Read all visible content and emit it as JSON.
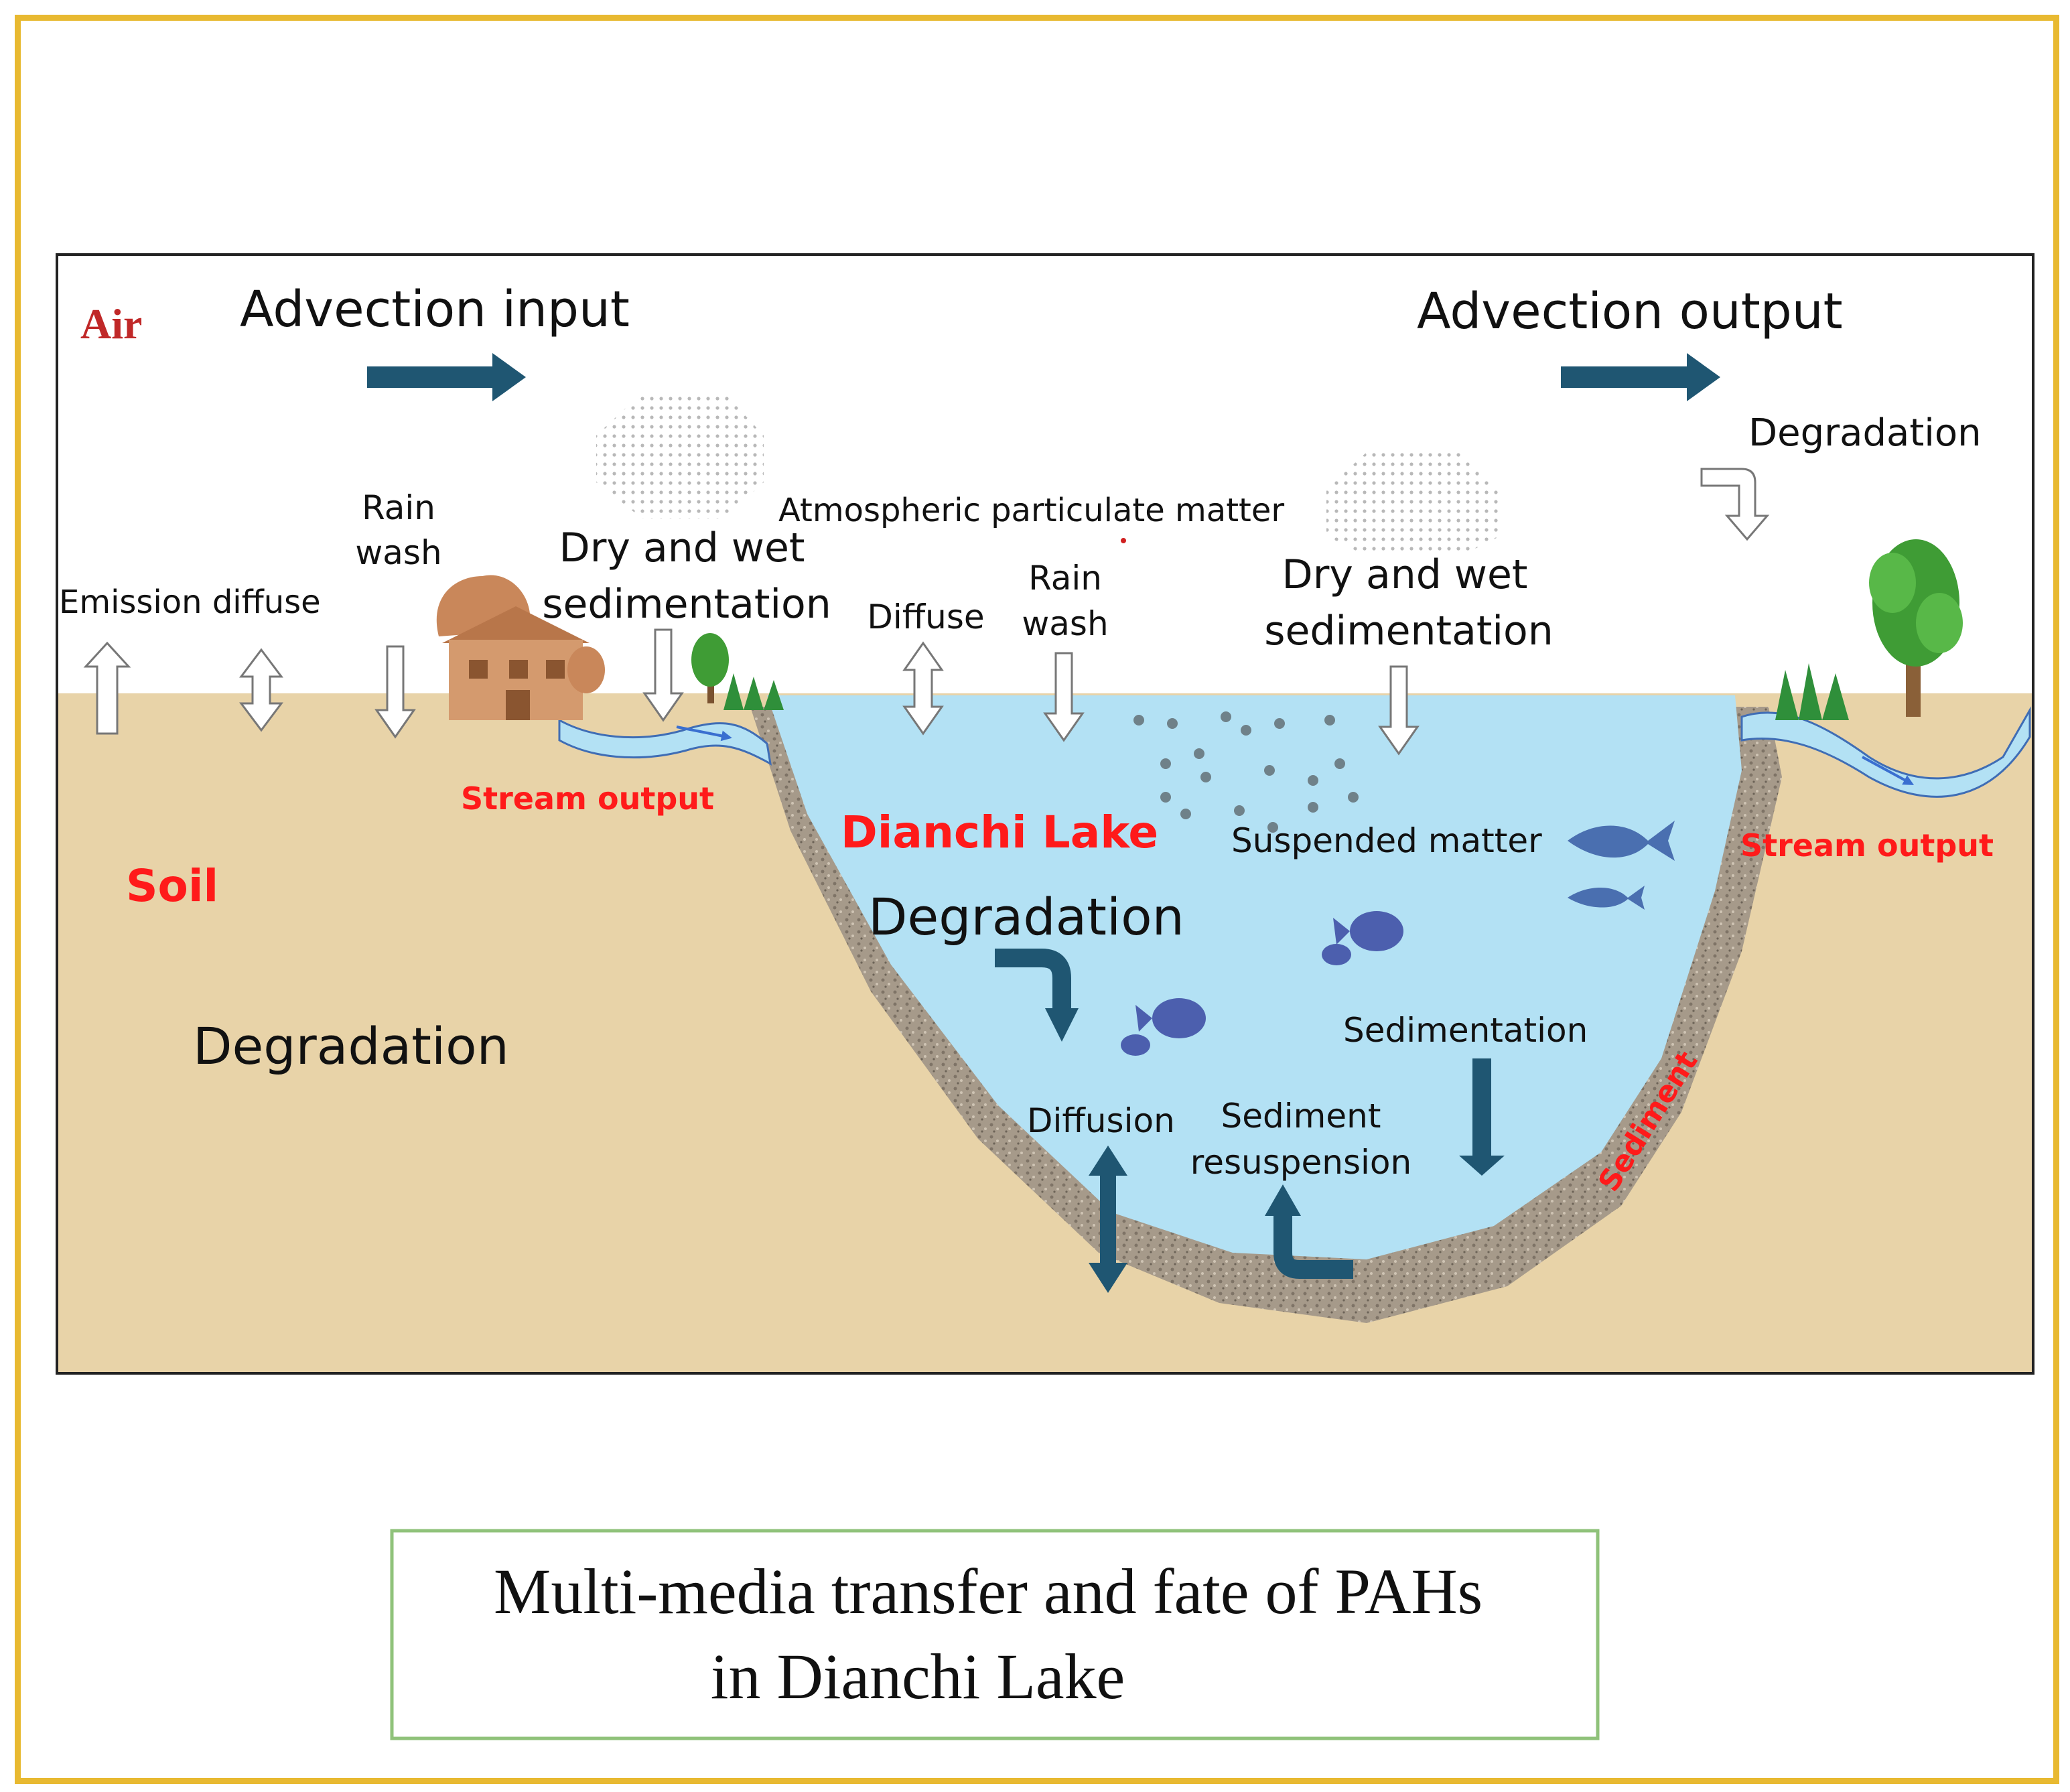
{
  "labels": {
    "air": "Air",
    "advection_input": "Advection input",
    "advection_output": "Advection output",
    "degradation_air": "Degradation",
    "atmospheric_particulate": "Atmospheric particulate matter",
    "rain_wash_land_1": "Rain",
    "rain_wash_land_2": "wash",
    "dry_wet_land_1": "Dry and wet",
    "dry_wet_land_2": "sedimentation",
    "emission_diffuse": "Emission diffuse",
    "diffuse_lake": "Diffuse",
    "rain_wash_lake_1": "Rain",
    "rain_wash_lake_2": "wash",
    "dry_wet_lake_1": "Dry and wet",
    "dry_wet_lake_2": "sedimentation",
    "stream_output_left": "Stream output",
    "stream_output_right": "Stream output",
    "soil": "Soil",
    "degradation_soil": "Degradation",
    "dianchi_lake": "Dianchi Lake",
    "degradation_lake": "Degradation",
    "suspended_matter": "Suspended matter",
    "sedimentation": "Sedimentation",
    "diffusion": "Diffusion",
    "sediment_resuspension_1": "Sediment",
    "sediment_resuspension_2": "resuspension",
    "sediment": "Sediment"
  },
  "caption": {
    "line1": "Multi-media transfer and fate of PAHs",
    "line2": "in Dianchi Lake"
  },
  "colors": {
    "frame": "#e8b931",
    "caption_border": "#8fc27a",
    "arrow_dark": "#1f5672",
    "soil": "#e8d3a8",
    "water": "#b3e1f4",
    "sediment": "#a89b8b",
    "label_red": "#ff1a1a"
  }
}
